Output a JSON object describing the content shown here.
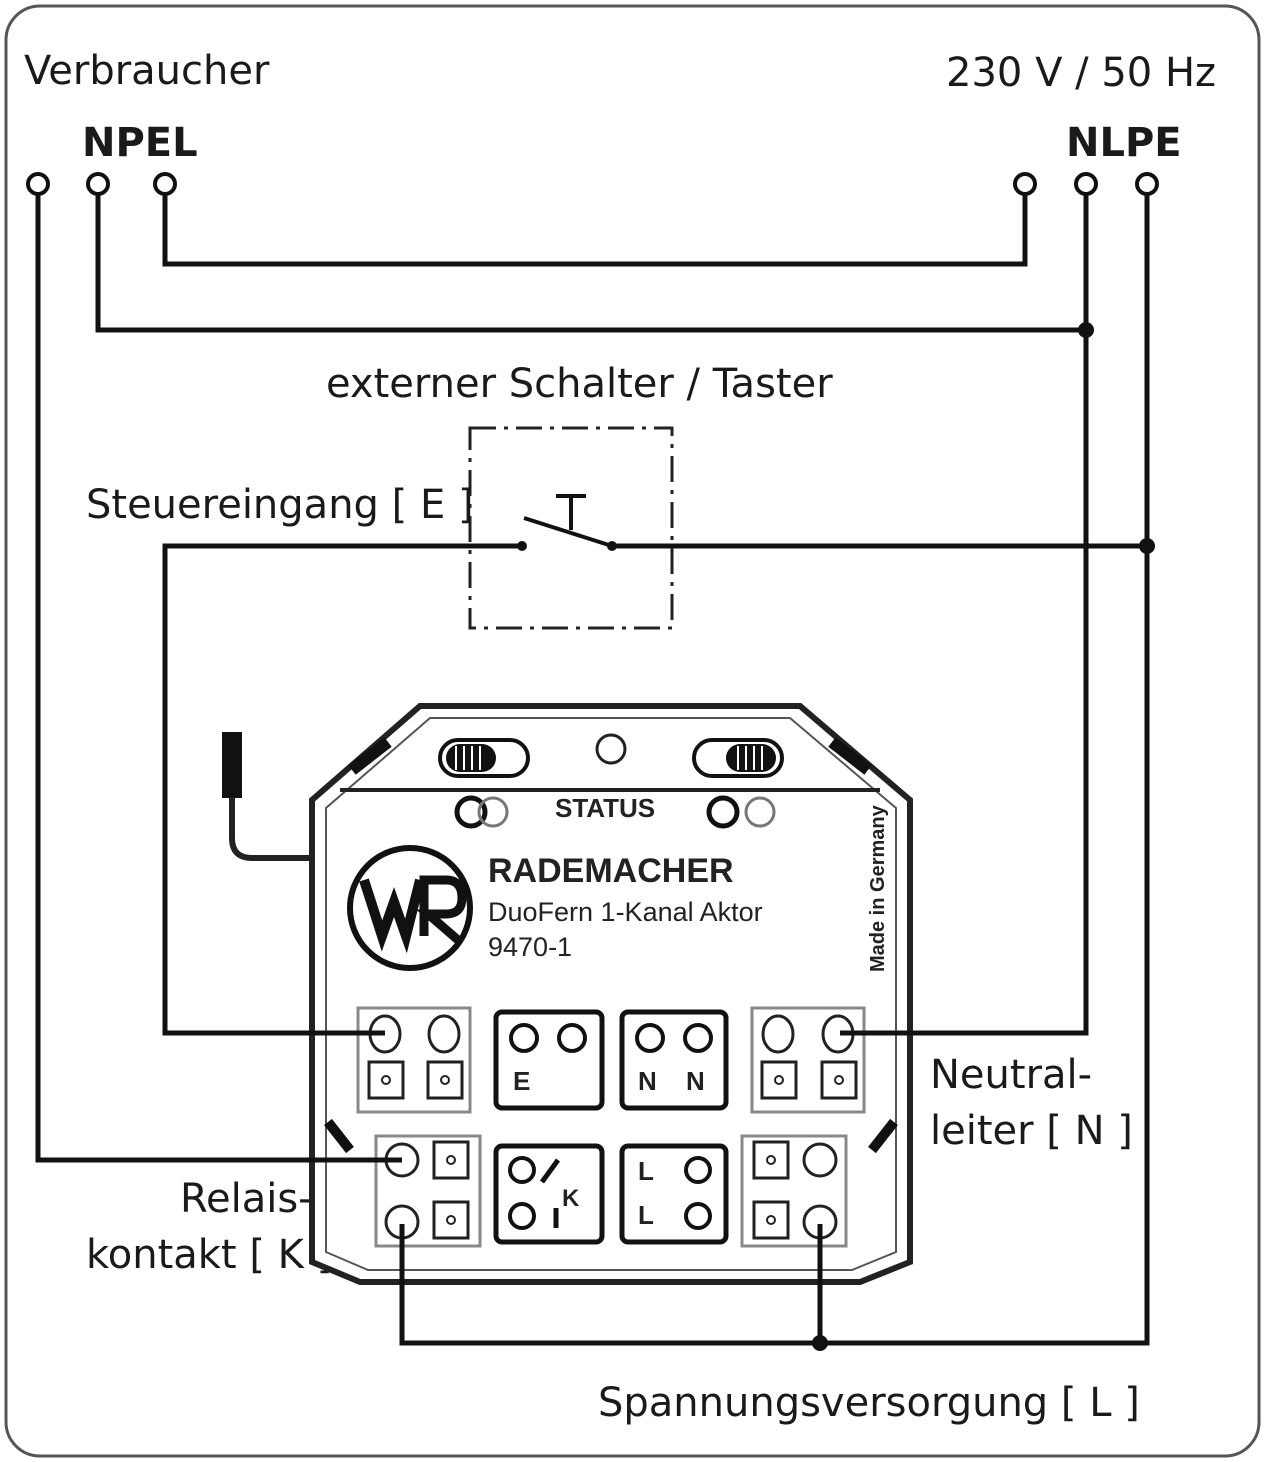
{
  "labels": {
    "consumer": "Verbraucher",
    "supply": "230 V / 50 Hz",
    "consumer_terminals": "NPEL",
    "supply_terminals": "NLPE",
    "switch": "externer Schalter / Taster",
    "control_input": "Steuereingang [ E ]",
    "neutral_line1": "Neutral-",
    "neutral_line2": "leiter [ N ]",
    "relay_line1": "Relais-",
    "relay_line2": "kontakt [ K ]",
    "power": "Spannungsversorgung [ L ]"
  },
  "device": {
    "status": "STATUS",
    "brand": "RADEMACHER",
    "product": "DuoFern 1-Kanal Aktor",
    "model": "9470-1",
    "origin": "Made in Germany",
    "logo_text": "WR",
    "terminal_e": "E",
    "terminal_n1": "N",
    "terminal_n2": "N",
    "terminal_k": "K",
    "terminal_l1": "L",
    "terminal_l2": "L"
  },
  "colors": {
    "line": "#111111",
    "border": "#555555"
  }
}
